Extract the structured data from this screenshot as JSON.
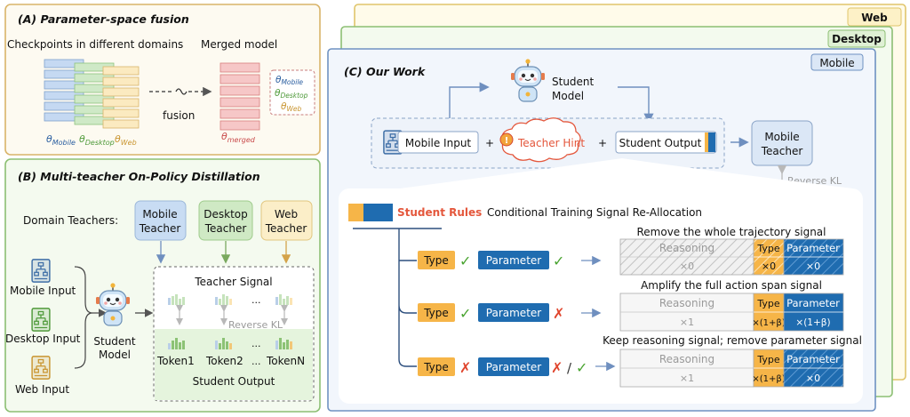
{
  "panel_a": {
    "title": "(A) Parameter-space fusion",
    "checkpoints_label": "Checkpoints in different domains",
    "merged_label": "Merged model",
    "fusion_label": "fusion",
    "theta_mobile": "θ",
    "sub_mobile": "Mobile",
    "theta_desktop": "θ",
    "sub_desktop": "Desktop",
    "theta_web": "θ",
    "sub_web": "Web",
    "theta_merged": "θ",
    "sub_merged": "merged",
    "legend_theta_mobile": "θ",
    "legend_sub_mobile": "Mobile",
    "legend_theta_desktop": "θ",
    "legend_sub_desktop": "Desktop",
    "legend_theta_web": "θ",
    "legend_sub_web": "Web"
  },
  "panel_b": {
    "title": "(B) Multi-teacher On-Policy Distillation",
    "domain_teachers": "Domain Teachers:",
    "teacher_mobile_l1": "Mobile",
    "teacher_mobile_l2": "Teacher",
    "teacher_desktop_l1": "Desktop",
    "teacher_desktop_l2": "Teacher",
    "teacher_web_l1": "Web",
    "teacher_web_l2": "Teacher",
    "mobile_input": "Mobile Input",
    "desktop_input": "Desktop Input",
    "web_input": "Web Input",
    "student_l1": "Student",
    "student_l2": "Model",
    "teacher_signal": "Teacher Signal",
    "reverse_kl": "Reverse KL",
    "ellipsis": "...",
    "token1": "Token1",
    "token2": "Token2",
    "tokenN": "TokenN",
    "student_output": "Student Output"
  },
  "panel_c": {
    "tab_web": "Web",
    "tab_desktop": "Desktop",
    "tab_mobile": "Mobile",
    "title": "(C) Our Work",
    "student_l1": "Student",
    "student_l2": "Model",
    "mobile_input": "Mobile Input",
    "plus": "+",
    "teacher_hint": "Teacher Hint",
    "student_output": "Student Output",
    "mobile_teacher_l1": "Mobile",
    "mobile_teacher_l2": "Teacher",
    "reverse_kl": "Reverse KL",
    "student_rules": "Student Rules",
    "realloc": "Conditional Training Signal Re-Allocation",
    "type": "Type",
    "parameter": "Parameter",
    "check": "✓",
    "cross": "✗",
    "slash": "/",
    "rows": [
      {
        "caption": "Remove the whole trajectory signal",
        "reasoning": "Reasoning",
        "type": "Type",
        "parameter": "Parameter",
        "reasoning_value": "×0",
        "type_value": "×0",
        "parameter_value": "×0"
      },
      {
        "caption": "Amplify the full action span signal",
        "reasoning": "Reasoning",
        "type": "Type",
        "parameter": "Parameter",
        "reasoning_value": "×1",
        "type_value": "×(1+β)",
        "parameter_value": "×(1+β)"
      },
      {
        "caption": "Keep reasoning signal; remove parameter signal",
        "reasoning": "Reasoning",
        "type": "Type",
        "parameter": "Parameter",
        "reasoning_value": "×1",
        "type_value": "×(1+β)",
        "parameter_value": "×0"
      }
    ]
  },
  "colors": {
    "panel_a_border": "#d9b469",
    "panel_b_border": "#8cbf73",
    "panel_c_border": "#6f92c2",
    "type_orange": "#f6b548",
    "param_blue": "#1f6cb0",
    "check_green": "#4aa431",
    "cross_red": "#e0452d",
    "hint_red": "#e4573c"
  }
}
